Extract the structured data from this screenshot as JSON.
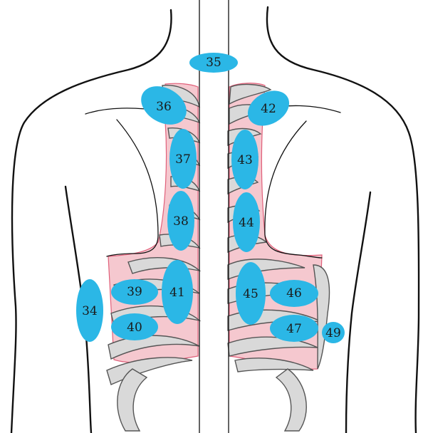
{
  "diagram": {
    "colors": {
      "point": "#2bb7e6",
      "lung_area": "#f5c8cf",
      "rib": "#d9d9d9",
      "outline": "#111111"
    },
    "points": [
      {
        "id": "p35",
        "label": "35"
      },
      {
        "id": "p36",
        "label": "36"
      },
      {
        "id": "p37",
        "label": "37"
      },
      {
        "id": "p38",
        "label": "38"
      },
      {
        "id": "p41",
        "label": "41"
      },
      {
        "id": "p39",
        "label": "39"
      },
      {
        "id": "p40",
        "label": "40"
      },
      {
        "id": "p34",
        "label": "34"
      },
      {
        "id": "p42",
        "label": "42"
      },
      {
        "id": "p43",
        "label": "43"
      },
      {
        "id": "p44",
        "label": "44"
      },
      {
        "id": "p45",
        "label": "45"
      },
      {
        "id": "p46",
        "label": "46"
      },
      {
        "id": "p47",
        "label": "47"
      },
      {
        "id": "p49",
        "label": "49"
      }
    ]
  }
}
